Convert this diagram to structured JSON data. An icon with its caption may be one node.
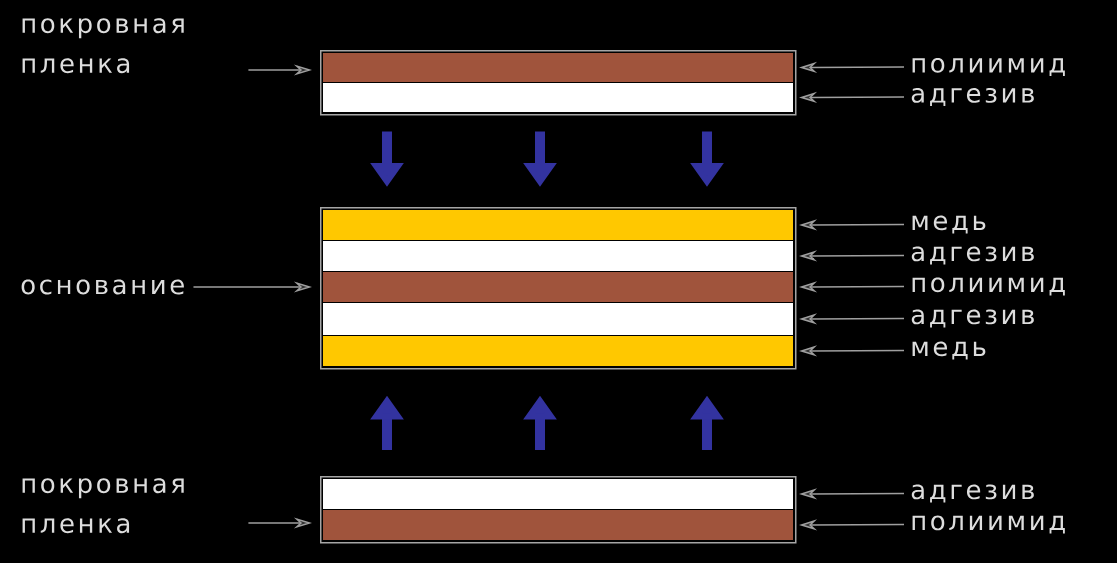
{
  "diagram": {
    "nodes": [
      {
        "text": [],
        "shape": "box"
      },
      {
        "text": [],
        "shape": "bar",
        "in": 0
      },
      {
        "text": [],
        "shape": "bar",
        "in": 0
      },
      {
        "text": [],
        "shape": "box"
      },
      {
        "text": [],
        "shape": "bar",
        "in": 3
      },
      {
        "text": [],
        "shape": "bar",
        "in": 3
      },
      {
        "text": [],
        "shape": "bar",
        "in": 3
      },
      {
        "text": [],
        "shape": "bar",
        "in": 3
      },
      {
        "text": [],
        "shape": "bar",
        "in": 3
      },
      {
        "text": [],
        "shape": "box"
      },
      {
        "text": [],
        "shape": "bar",
        "in": 9
      },
      {
        "text": [],
        "shape": "bar",
        "in": 9
      },
      {
        "text": [
          "покровная пленка"
        ]
      },
      {
        "text": [
          "полиимид"
        ]
      },
      {
        "text": [
          "адгезив"
        ]
      },
      {
        "text": [
          "медь"
        ]
      },
      {
        "text": [
          "адгезив"
        ]
      },
      {
        "text": [
          "основание"
        ]
      },
      {
        "text": [
          "полиимид"
        ]
      },
      {
        "text": [
          "адгезив"
        ]
      },
      {
        "text": [
          "медь"
        ]
      },
      {
        "text": [
          "покровная пленка"
        ]
      },
      {
        "text": [
          "адгезив"
        ]
      },
      {
        "text": [
          "полиимид"
        ]
      }
    ],
    "edges": [
      {
        "from": 12,
        "to": 0,
        "arrow": "to"
      },
      {
        "from": 13,
        "to": 1,
        "arrow": "to"
      },
      {
        "from": 14,
        "to": 2,
        "arrow": "to"
      },
      {
        "from": 0,
        "to": 3,
        "arrow": "to",
        "style": "thick",
        "color": "#3333a0"
      },
      {
        "from": 0,
        "to": 3,
        "arrow": "to",
        "style": "thick",
        "color": "#3333a0"
      },
      {
        "from": 0,
        "to": 3,
        "arrow": "to",
        "style": "thick",
        "color": "#3333a0"
      },
      {
        "from": 15,
        "to": 4,
        "arrow": "to"
      },
      {
        "from": 16,
        "to": 5,
        "arrow": "to"
      },
      {
        "from": 17,
        "to": 3,
        "arrow": "to"
      },
      {
        "from": 18,
        "to": 6,
        "arrow": "to"
      },
      {
        "from": 19,
        "to": 7,
        "arrow": "to"
      },
      {
        "from": 20,
        "to": 8,
        "arrow": "to"
      },
      {
        "from": 9,
        "to": 3,
        "arrow": "to",
        "style": "thick",
        "color": "#3333a0"
      },
      {
        "from": 9,
        "to": 3,
        "arrow": "to",
        "style": "thick",
        "color": "#3333a0"
      },
      {
        "from": 9,
        "to": 3,
        "arrow": "to",
        "style": "thick",
        "color": "#3333a0"
      },
      {
        "from": 21,
        "to": 9,
        "arrow": "to"
      },
      {
        "from": 22,
        "to": 10,
        "arrow": "to"
      },
      {
        "from": 23,
        "to": 11,
        "arrow": "to"
      }
    ]
  }
}
